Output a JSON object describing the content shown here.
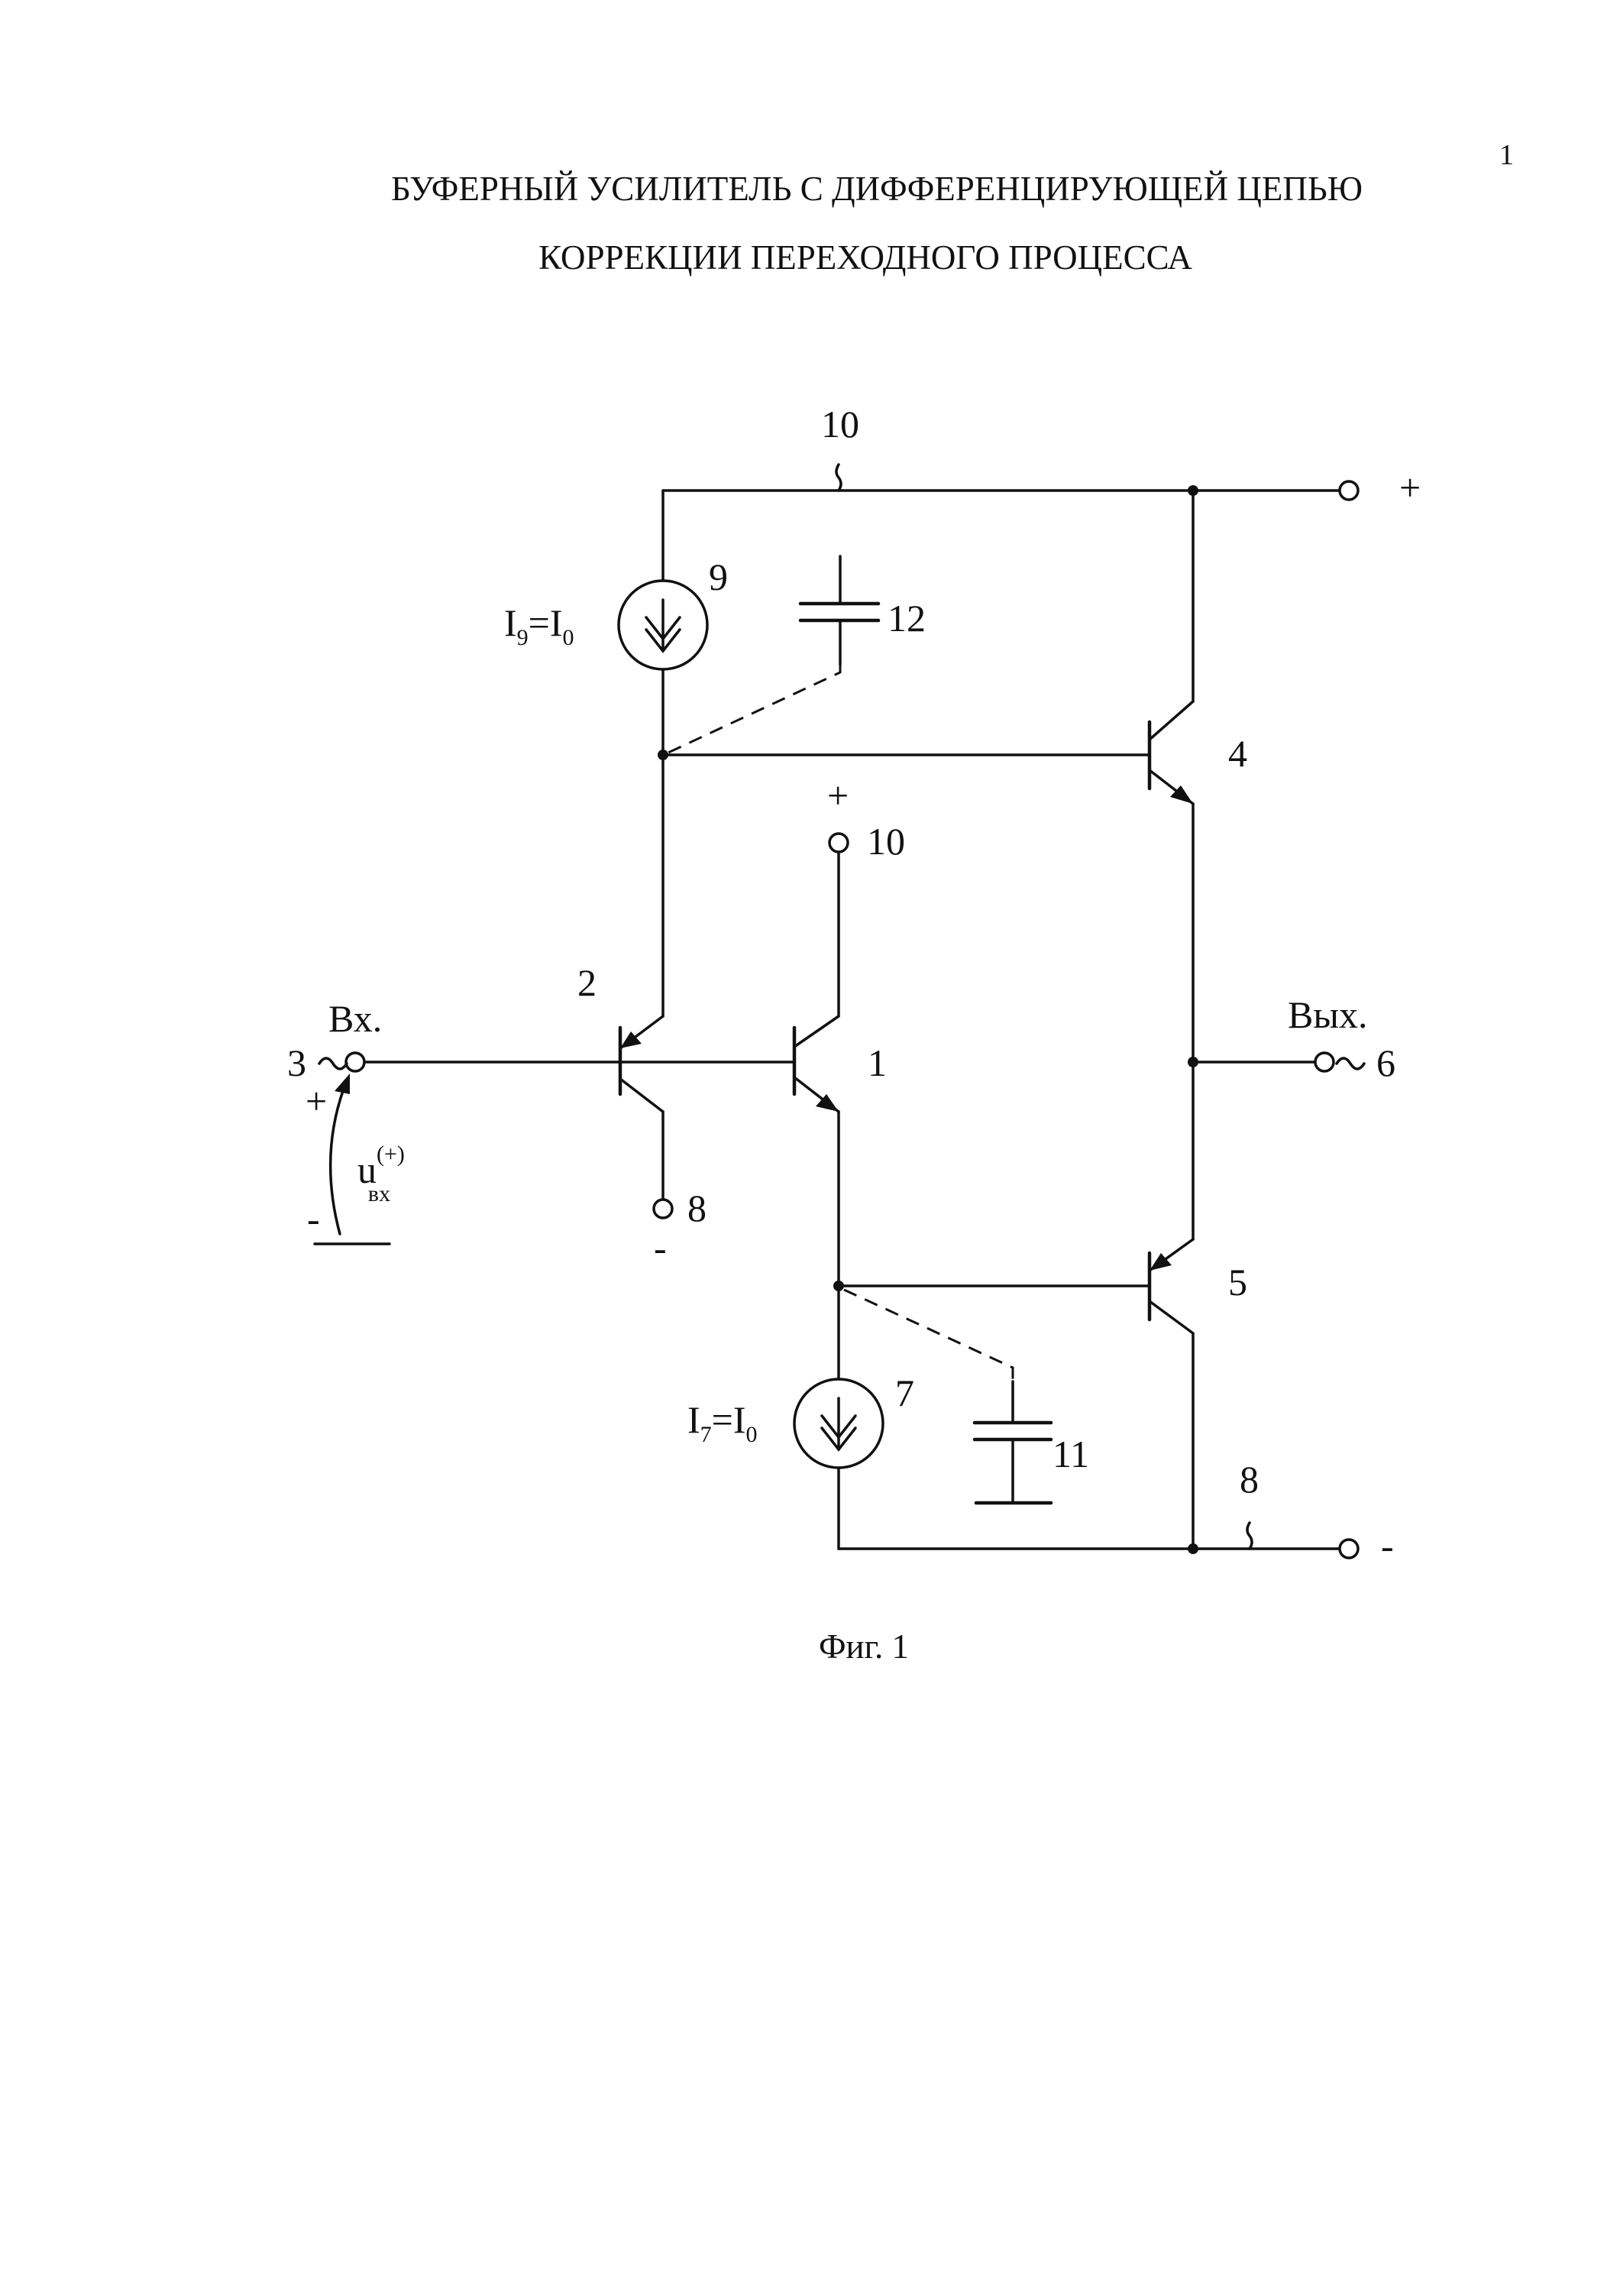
{
  "page_number": "1",
  "title_line1": "БУФЕРНЫЙ УСИЛИТЕЛЬ  С ДИФФЕРЕНЦИРУЮЩЕЙ ЦЕПЬЮ",
  "title_line2": "КОРРЕКЦИИ ПЕРЕХОДНОГО ПРОЦЕССА",
  "caption": "Фиг. 1",
  "labels": {
    "bus_top": "10",
    "bus_top_polarity": "+",
    "src9_num": "9",
    "src9_formula_main": "I",
    "src9_formula_sub": "9",
    "src9_formula_eq": "=I",
    "src9_formula_sub0": "0",
    "cap12": "12",
    "q4": "4",
    "plus_mid": "+",
    "mid_10": "10",
    "q2": "2",
    "q1": "1",
    "input_label": "Вх.",
    "input_num": "3",
    "input_plus": "+",
    "u_main": "u",
    "u_sup": "(+)",
    "u_sub": "вх",
    "input_minus": "-",
    "q2_coll_num": "8",
    "q2_coll_minus": "-",
    "output_label": "Вых.",
    "output_num": "6",
    "q5": "5",
    "src7_num": "7",
    "src7_formula_main": "I",
    "src7_formula_sub": "7",
    "src7_formula_eq": "=I",
    "src7_formula_sub0": "0",
    "cap11": "11",
    "bus_bottom": "8",
    "bus_bottom_polarity": "-"
  }
}
